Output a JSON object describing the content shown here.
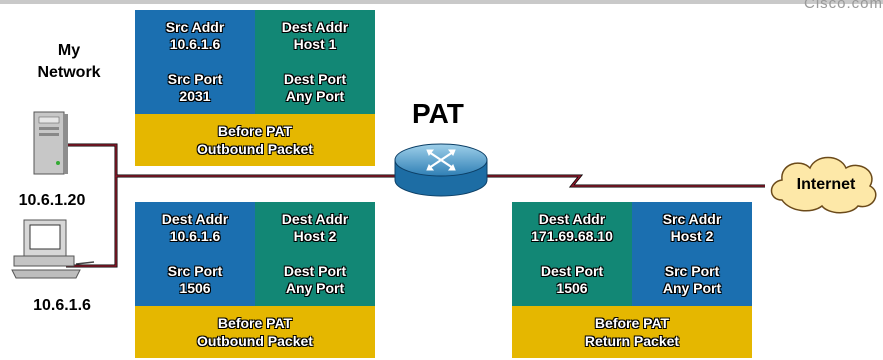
{
  "network_label_line1": "My",
  "network_label_line2": "Network",
  "server_ip": "10.6.1.20",
  "pc_ip": "10.6.1.6",
  "pat_label": "PAT",
  "internet_label": "Internet",
  "brand": "Cisco.com",
  "packets": [
    {
      "cells": [
        {
          "title": "Src Addr",
          "value": "10.6.1.6"
        },
        {
          "title": "Dest Addr",
          "value": "Host 1"
        },
        {
          "title": "Src Port",
          "value": "2031"
        },
        {
          "title": "Dest Port",
          "value": "Any Port"
        }
      ],
      "footer": {
        "line1": "Before PAT",
        "line2": "Outbound Packet"
      }
    },
    {
      "cells": [
        {
          "title": "Dest Addr",
          "value": "10.6.1.6"
        },
        {
          "title": "Dest Addr",
          "value": "Host 2"
        },
        {
          "title": "Src Port",
          "value": "1506"
        },
        {
          "title": "Dest Port",
          "value": "Any Port"
        }
      ],
      "footer": {
        "line1": "Before PAT",
        "line2": "Outbound Packet"
      }
    },
    {
      "cells": [
        {
          "title": "Dest Addr",
          "value": "171.69.68.10"
        },
        {
          "title": "Src Addr",
          "value": "Host 2"
        },
        {
          "title": "Dest Port",
          "value": "1506"
        },
        {
          "title": "Src Port",
          "value": "Any Port"
        }
      ],
      "footer": {
        "line1": "Before PAT",
        "line2": "Return Packet"
      }
    }
  ],
  "colors": {
    "blue": "#1b6fb0",
    "teal": "#128775",
    "gold": "#e5b700",
    "wire": "#8b1a2b",
    "cloud": "#fde8a8"
  }
}
